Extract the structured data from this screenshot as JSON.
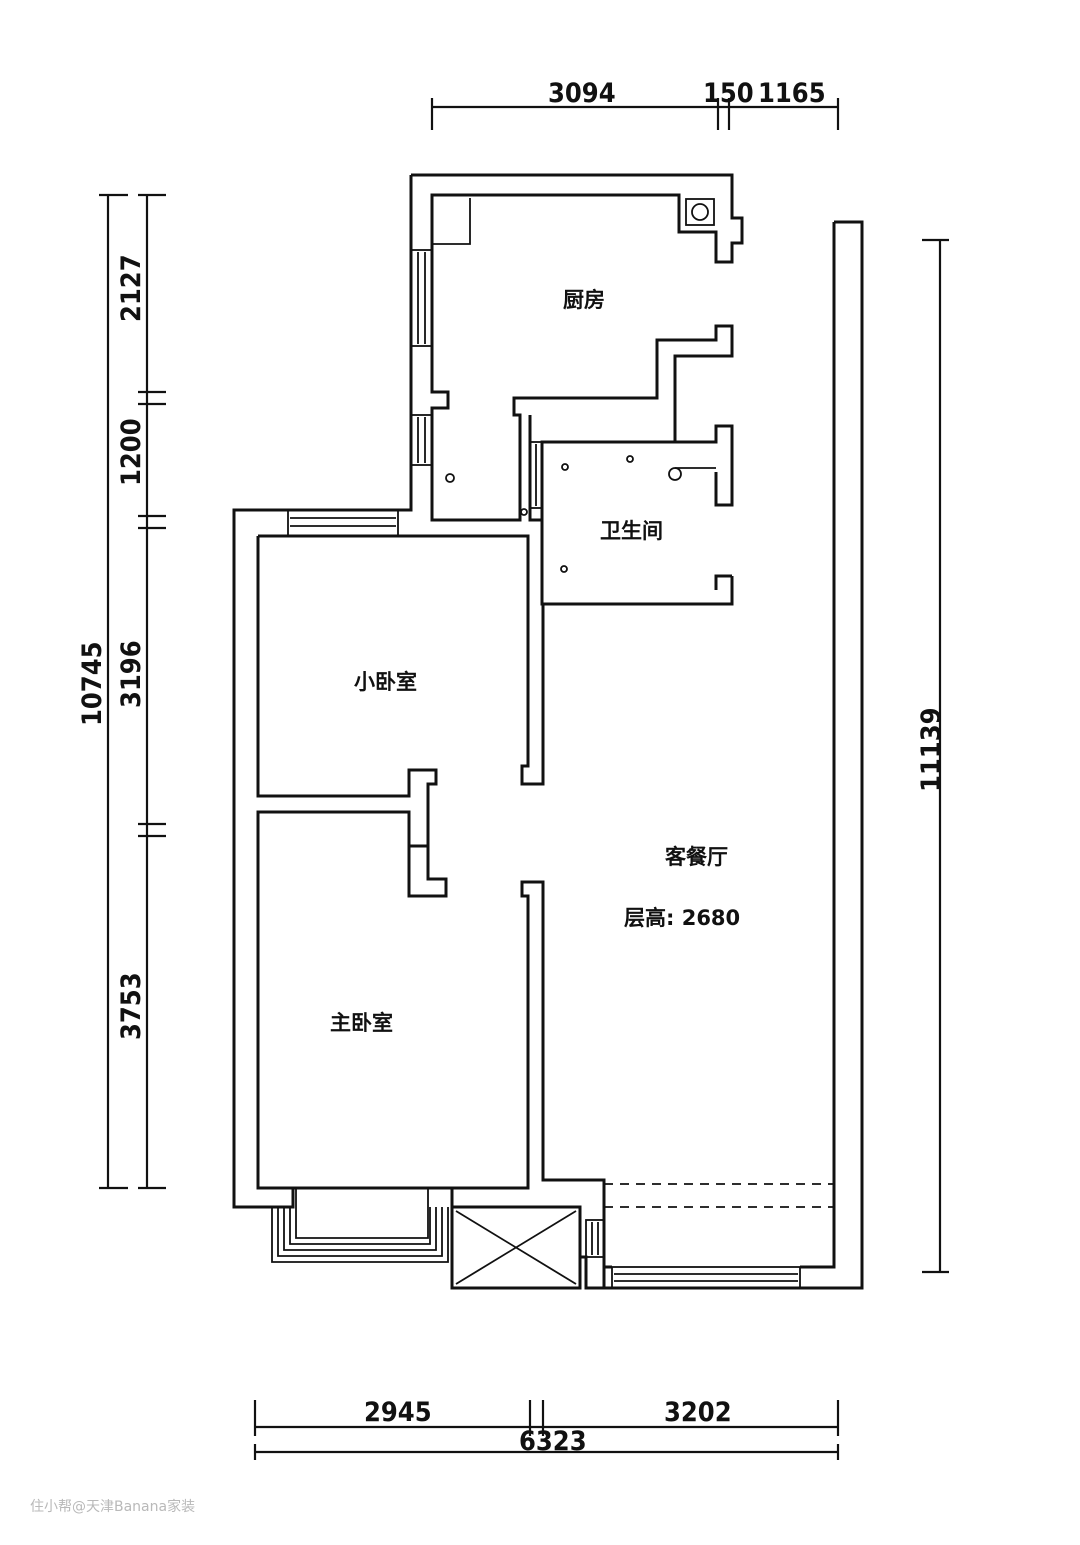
{
  "rooms": {
    "kitchen": "厨房",
    "bathroom": "卫生间",
    "small_bedroom": "小卧室",
    "master_bedroom": "主卧室",
    "living_dining": "客餐厅"
  },
  "ceiling_height": "层高: 2680",
  "dimensions": {
    "top": [
      "3094",
      "150",
      "1165"
    ],
    "left_segments": [
      "2127",
      "1200",
      "3196",
      "3753"
    ],
    "left_total": "10745",
    "right_total": "11139",
    "bottom_segments": [
      "2945",
      "3202"
    ],
    "bottom_total": "6323"
  },
  "watermark": "住小帮@天津Banana家装"
}
